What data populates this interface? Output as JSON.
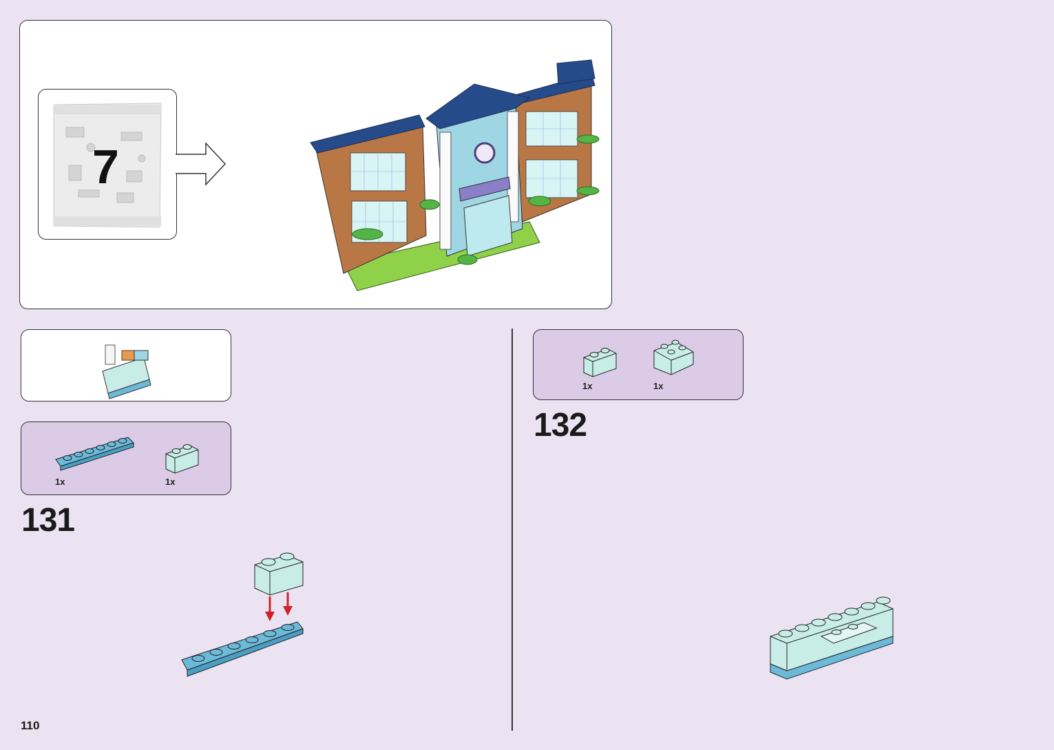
{
  "bag_callout": {
    "bag_number": "7"
  },
  "step_131": {
    "step_number": "131",
    "parts": [
      {
        "qty": "1x"
      },
      {
        "qty": "1x"
      }
    ]
  },
  "step_132": {
    "step_number": "132",
    "parts": [
      {
        "qty": "1x"
      },
      {
        "qty": "1x"
      }
    ]
  },
  "page_number": "110",
  "colors": {
    "background": "#ebe3f2",
    "parts_panel": "#dbcbe6",
    "arrow": "#d0202a",
    "medium_azure": "#6cb9d8",
    "light_aqua": "#c8ece6"
  }
}
